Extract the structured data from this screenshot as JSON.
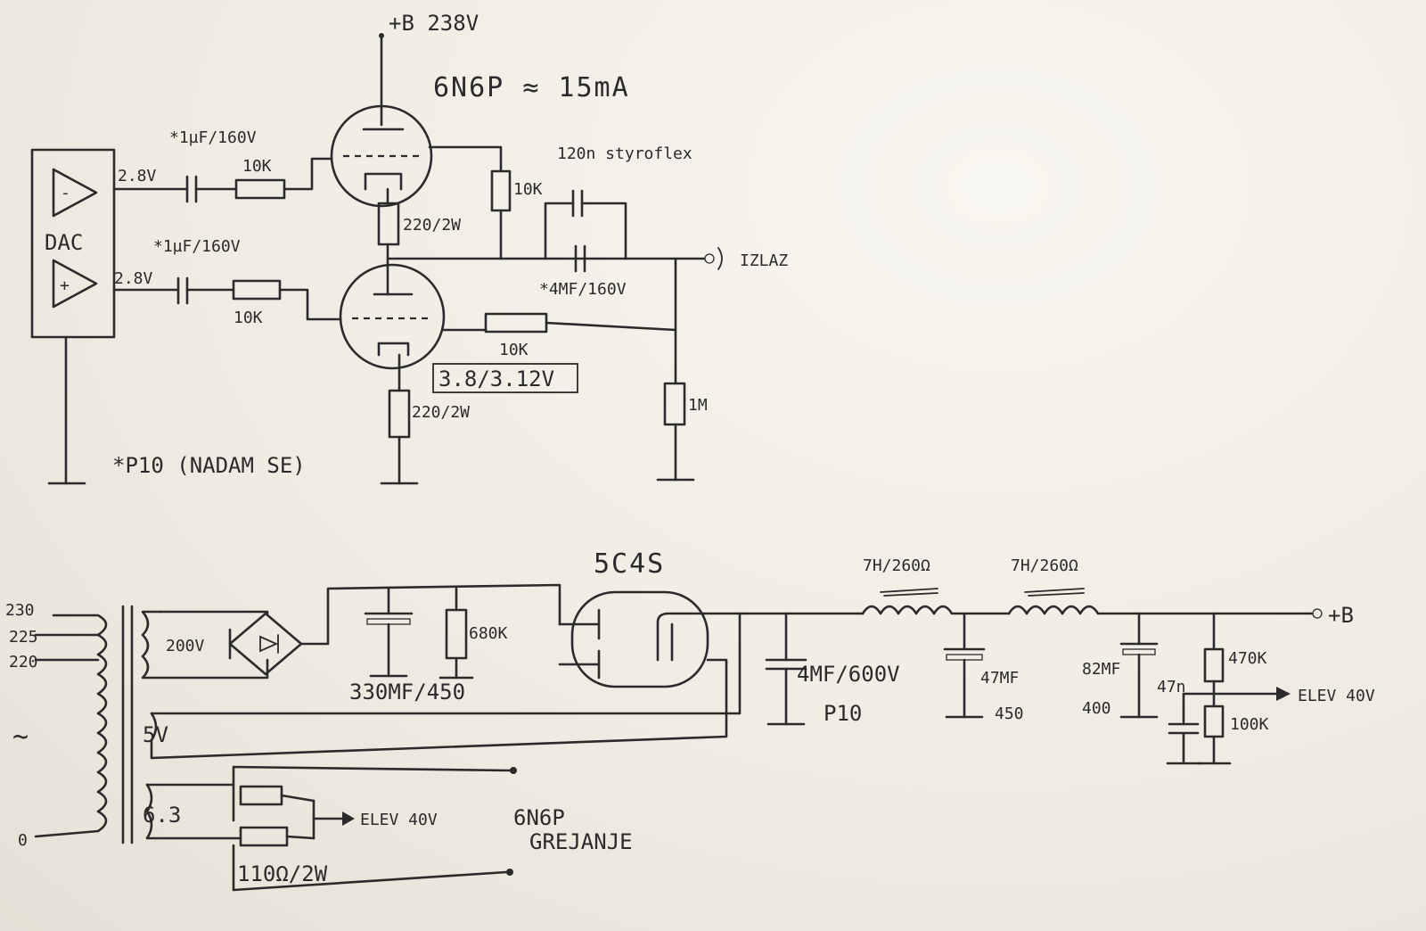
{
  "top": {
    "supply_label": "+B 238V",
    "tube_label": "6N6P ≈ 15mA",
    "cap_top_label": "*1µF/160V",
    "cap_bot_label": "*1µF/160V",
    "res_in_top_label": "10K",
    "res_in_bot_label": "10K",
    "dac_label": "DAC",
    "dac_minus": "-",
    "dac_plus": "+",
    "volt_top_label": "2.8V",
    "volt_bot_label": "2.8V",
    "cathode_res_top_label": "220/2W",
    "cathode_res_bot_label": "220/2W",
    "plate_res_label": "10K",
    "styroflex_label": "120n styroflex",
    "out_cap_label": "*4MF/160V",
    "out_label": "IZLAZ",
    "fb_res_label": "10K",
    "bias_label": "3.8/3.12V",
    "grid_res_label": "1M",
    "note_label": "*P10 (NADAM SE)"
  },
  "psu": {
    "rectifier_tube_label": "5C4S",
    "choke1_label": "7H/260Ω",
    "choke2_label": "7H/260Ω",
    "tap_230": "230",
    "tap_225": "225",
    "tap_220": "220",
    "ac_symbol": "~",
    "tap_0": "0",
    "sec_200v": "200V",
    "sec_5v": "5V",
    "sec_63": "6.3",
    "cap1_label": "330MF/450",
    "res1_label": "680K",
    "cap2_label": "4MF/600V",
    "cap2_sub": "P10",
    "cap3_label": "47MF",
    "cap3_sub": "450",
    "cap4_label": "82MF",
    "cap4_sub": "400",
    "cap5_label": "47n",
    "res_div_top": "470K",
    "res_div_bot": "100K",
    "out_plus_b": "+B",
    "elev_out_label": "ELEV 40V",
    "elev_in_label": "ELEV 40V",
    "heater_tube_label": "6N6P",
    "heater_label": "GREJANJE",
    "heater_res_label": "110Ω/2W"
  }
}
